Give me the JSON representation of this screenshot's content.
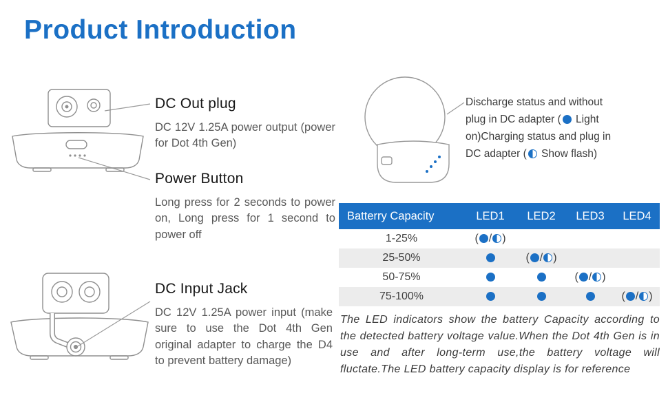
{
  "title": "Product Introduction",
  "colors": {
    "accent": "#1b70c5",
    "row_alt": "#ececec"
  },
  "left": {
    "dc_out": {
      "heading": "DC Out plug",
      "body": "DC 12V 1.25A power output (power for Dot 4th Gen)"
    },
    "power_button": {
      "heading": "Power Button",
      "body": "Long press for 2 seconds to power on, Long press for 1 second to power off"
    },
    "dc_input": {
      "heading": "DC Input Jack",
      "body": "DC 12V 1.25A power input (make sure to use the Dot 4th Gen original adapter to charge the D4 to prevent battery damage)"
    }
  },
  "right": {
    "note": {
      "part1": "Discharge status and without plug in DC adapter (",
      "part2": " Light on)Charging status and plug in DC adapter (",
      "part3": " Show flash)"
    },
    "table": {
      "headers": [
        "Batterry Capacity",
        "LED1",
        "LED2",
        "LED3",
        "LED4"
      ],
      "rows": [
        {
          "capacity": "1-25%",
          "leds": [
            "flash",
            "",
            "",
            ""
          ]
        },
        {
          "capacity": "25-50%",
          "leds": [
            "on",
            "flash",
            "",
            ""
          ]
        },
        {
          "capacity": "50-75%",
          "leds": [
            "on",
            "on",
            "flash",
            ""
          ]
        },
        {
          "capacity": "75-100%",
          "leds": [
            "on",
            "on",
            "on",
            "flash"
          ]
        }
      ],
      "flash_open": "(",
      "flash_sep": "/",
      "flash_close": ")"
    },
    "footnote": "The LED indicators show the battery Capacity according to the detected battery voltage value.When the Dot 4th Gen is in use and after long-term use,the battery voltage will fluctate.The LED battery capacity display is for reference"
  },
  "icons": {
    "led_on": "filled-circle",
    "led_flash": "half-filled-circle"
  }
}
